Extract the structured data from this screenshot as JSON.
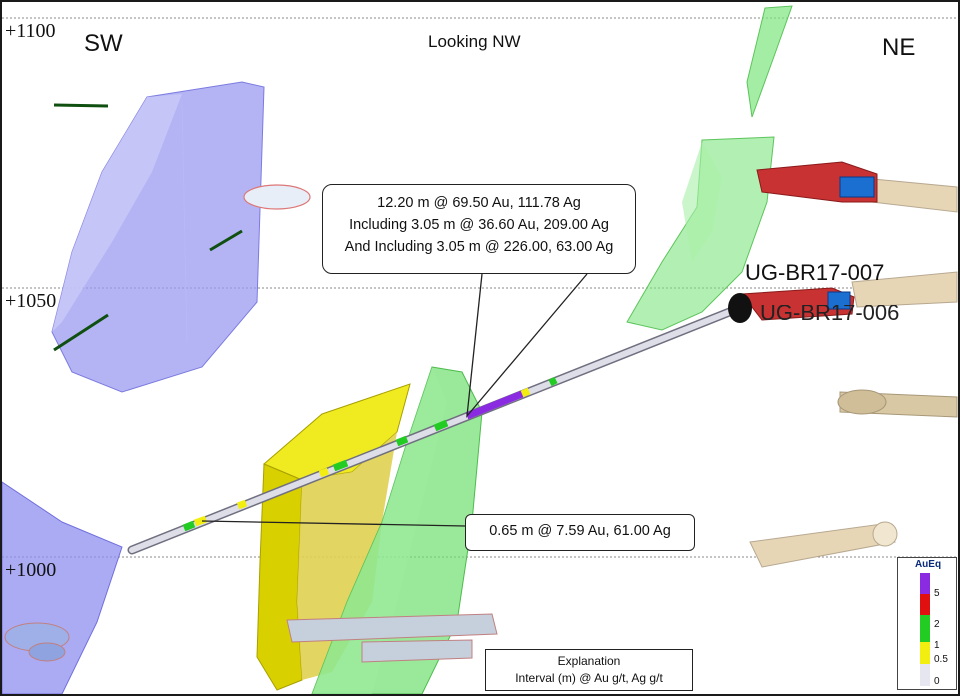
{
  "view": {
    "orientation_label": "Looking NW",
    "left_direction": "SW",
    "right_direction": "NE"
  },
  "elevations": [
    "+1100",
    "+1050",
    "+1000"
  ],
  "drillholes": {
    "primary_label": "UG-BR17-007",
    "secondary_label_partial": "UG-BR17-006"
  },
  "callouts": {
    "main": {
      "lines": [
        "12.20 m @ 69.50 Au, 111.78 Ag",
        "Including  3.05 m @ 36.60 Au, 209.00 Ag",
        "And Including 3.05 m @ 226.00, 63.00 Ag"
      ]
    },
    "low": {
      "text": "0.65 m @ 7.59 Au, 61.00 Ag"
    }
  },
  "explanation": {
    "title": "Explanation",
    "text": "Interval (m) @  Au g/t, Ag g/t"
  },
  "legend": {
    "title": "AuEq",
    "entries": [
      {
        "label": "5",
        "color": "#8a2be2"
      },
      {
        "label": "2",
        "color": "#e01010"
      },
      {
        "label": "1",
        "color": "#22cc22"
      },
      {
        "label": "0.5",
        "color": "#f2ee10"
      },
      {
        "label": "0",
        "color": "#e6e6f0"
      }
    ]
  },
  "colors": {
    "vein_blue": "#8f8ff0",
    "vein_green": "#5fdc5f",
    "vein_yellow": "#e8e000",
    "workings_tan": "#e6d6b6",
    "workings_red": "#c83232"
  }
}
